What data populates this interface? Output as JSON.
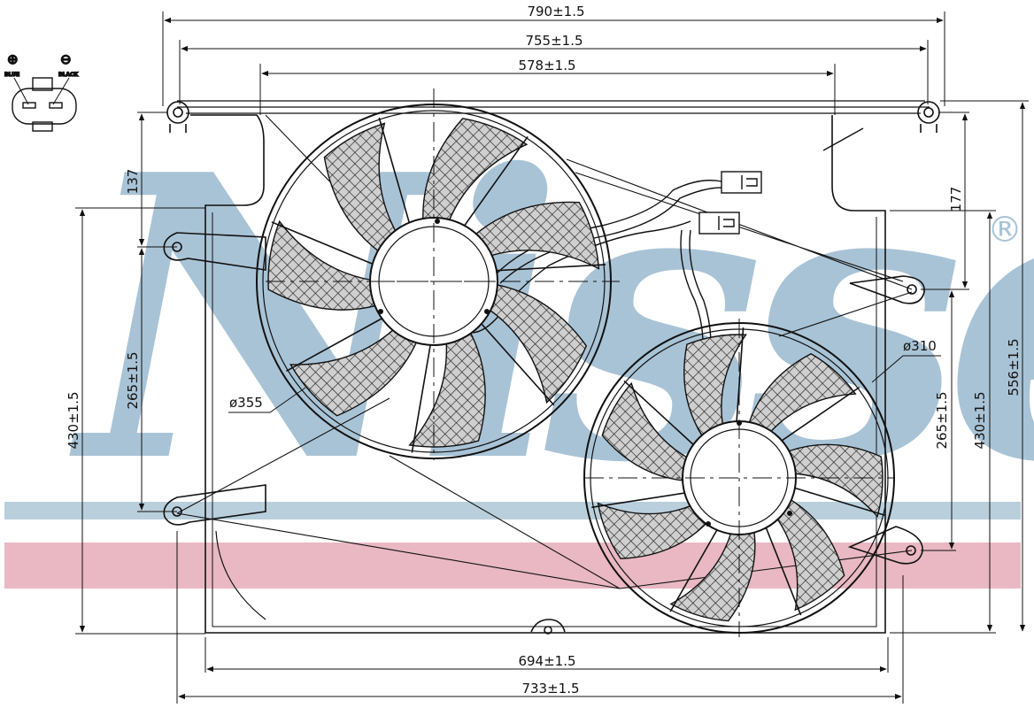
{
  "watermark": {
    "brand": "Nissens",
    "registered_symbol": "®",
    "brand_color": "#a9c3d6",
    "band_blue": "#b9cfdc",
    "band_pink": "#e9b8c3"
  },
  "connector": {
    "plus_symbol": "⊕",
    "minus_symbol": "⊖",
    "pin1_label": "BLUE",
    "pin2_label": "BLACK"
  },
  "dimensions": {
    "top_overall": "790±1.5",
    "top_mounts": "755±1.5",
    "top_fan_span": "578±1.5",
    "bottom_inner": "694±1.5",
    "bottom_outer": "733±1.5",
    "left_height": "430±1.5",
    "left_mount_spacing": "265±1.5",
    "left_top_offset": "137",
    "right_top_offset": "177",
    "right_mount_spacing": "265±1.5",
    "right_height": "430±1.5",
    "right_overall": "556±1.5"
  },
  "fans": {
    "left_diameter": "ø355",
    "right_diameter": "ø310"
  }
}
